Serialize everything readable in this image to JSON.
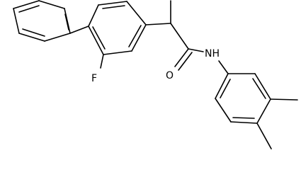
{
  "structure": {
    "atoms": {
      "fluorine": "F",
      "oxygen": "O",
      "nitrogen_hydrogen": "NH"
    }
  },
  "colors": {
    "background": "#ffffff",
    "bond": "#000000",
    "label": "#000000"
  }
}
